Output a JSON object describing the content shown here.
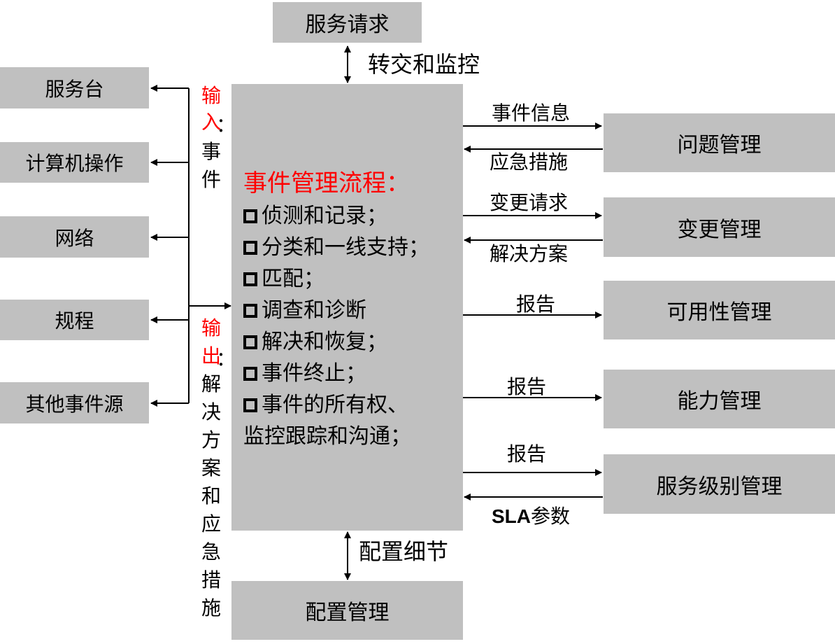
{
  "top": {
    "service_request": "服务请求",
    "handover_label": "转交和监控"
  },
  "left_boxes": [
    "服务台",
    "计算机操作",
    "网络",
    "规程",
    "其他事件源"
  ],
  "input_label": {
    "red": [
      "输",
      "入"
    ],
    "colon": "：",
    "text": [
      "事",
      "件"
    ]
  },
  "output_label": {
    "red": [
      "输",
      "出"
    ],
    "colon": "：",
    "text": [
      "解",
      "决",
      "方",
      "案",
      "和",
      "应",
      "急",
      "措",
      "施"
    ]
  },
  "center": {
    "title": "事件管理流程：",
    "steps": [
      "侦测和记录；",
      "分类和一线支持；",
      "匹配；",
      "调查和诊断",
      "解决和恢复；",
      "事件终止；",
      "事件的所有权、"
    ],
    "last_line": "监控跟踪和沟通；"
  },
  "right_boxes": [
    "问题管理",
    "变更管理",
    "可用性管理",
    "能力管理",
    "服务级别管理"
  ],
  "arrow_labels": {
    "problem_out": "事件信息",
    "problem_in": "应急措施",
    "change_out": "变更请求",
    "change_in": "解决方案",
    "availability_out": "报告",
    "capacity_out": "报告",
    "slm_out": "报告",
    "slm_in_bold": "SLA",
    "slm_in_rest": "参数"
  },
  "bottom": {
    "config_detail": "配置细节",
    "config_mgmt": "配置管理"
  }
}
